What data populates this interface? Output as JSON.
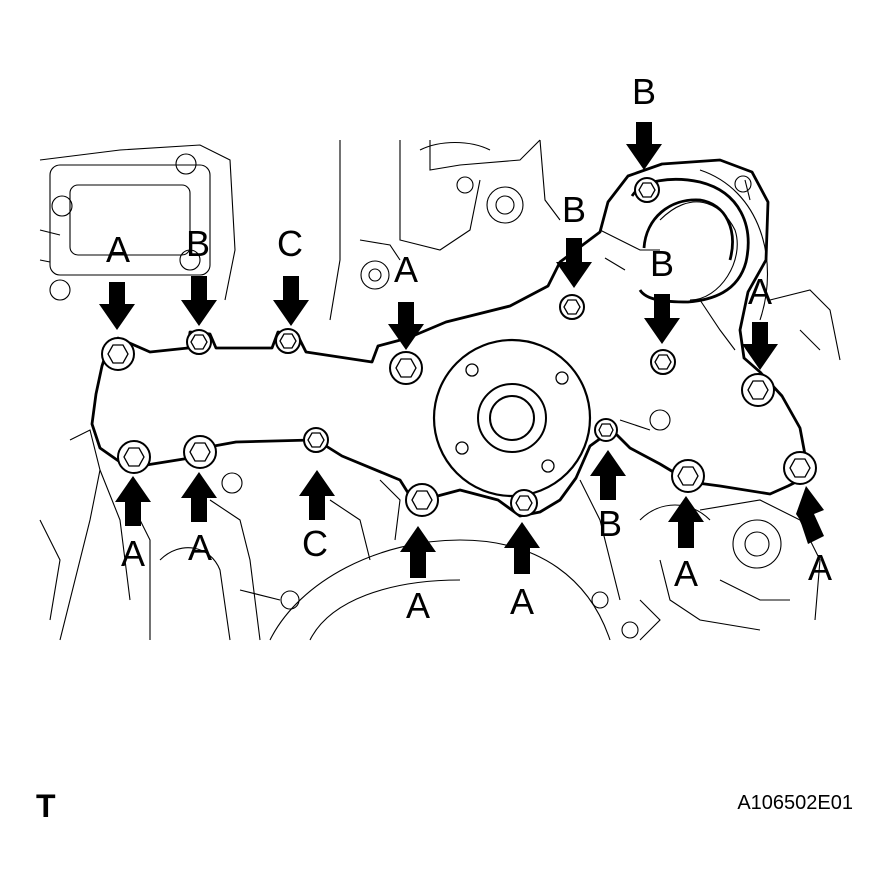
{
  "callouts": [
    {
      "id": "a1",
      "label": "A"
    },
    {
      "id": "b1",
      "label": "B"
    },
    {
      "id": "c1",
      "label": "C"
    },
    {
      "id": "a2",
      "label": "A"
    },
    {
      "id": "b2",
      "label": "B"
    },
    {
      "id": "b3",
      "label": "B"
    },
    {
      "id": "b4",
      "label": "B"
    },
    {
      "id": "a3",
      "label": "A"
    },
    {
      "id": "a4",
      "label": "A"
    },
    {
      "id": "a5",
      "label": "A"
    },
    {
      "id": "c2",
      "label": "C"
    },
    {
      "id": "a6",
      "label": "A"
    },
    {
      "id": "a7",
      "label": "A"
    },
    {
      "id": "b5",
      "label": "B"
    },
    {
      "id": "a8",
      "label": "A"
    },
    {
      "id": "a9",
      "label": "A"
    }
  ],
  "corner_mark": "T",
  "figure_id": "A106502E01"
}
